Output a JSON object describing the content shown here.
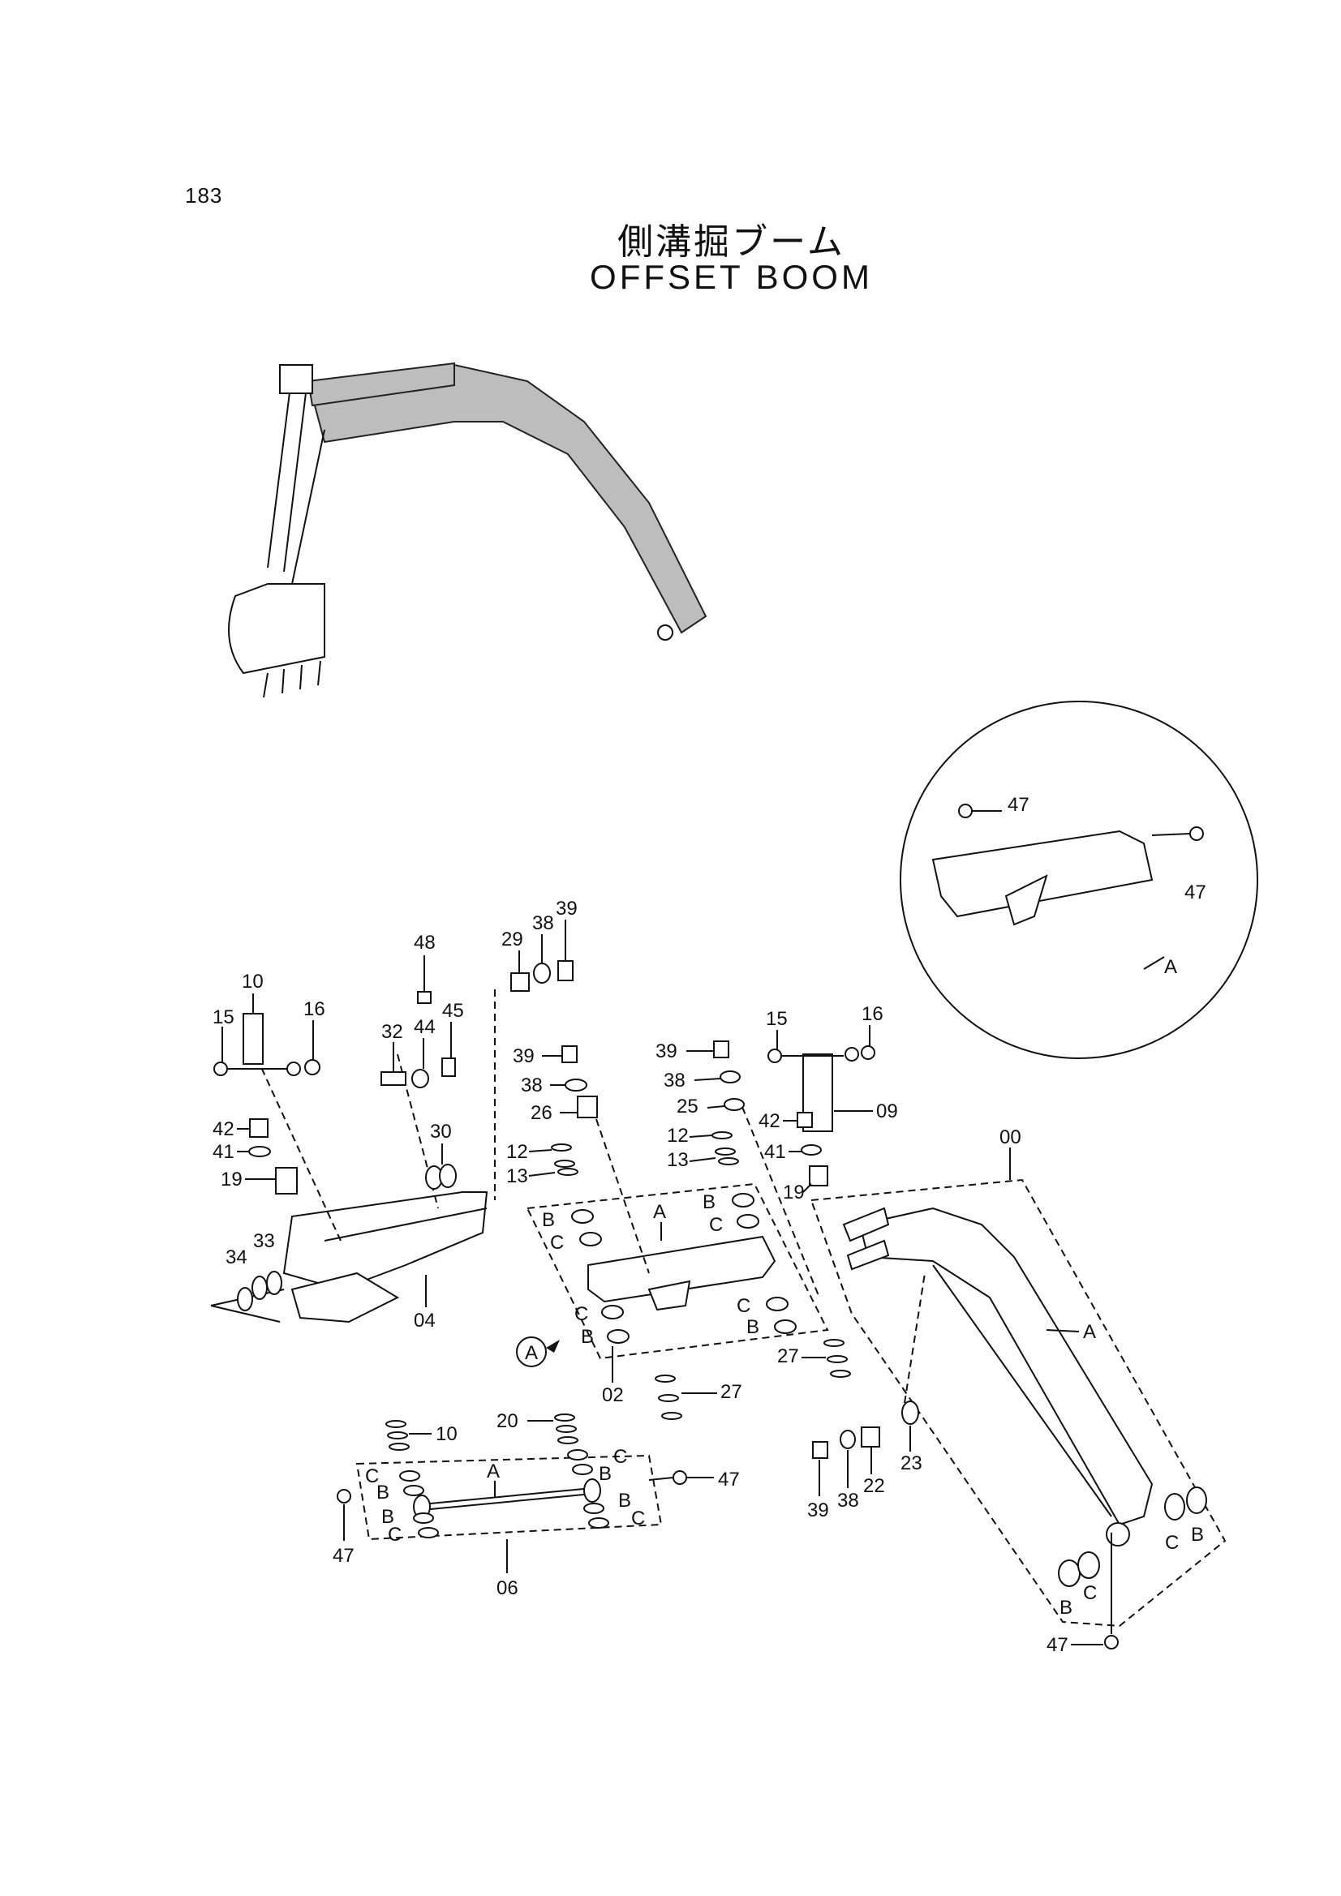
{
  "page_number": "183",
  "title_japanese": "側溝掘ブーム",
  "title_english": "OFFSET BOOM",
  "callouts": {
    "detail": "A",
    "detail_ref": "A"
  },
  "assemblies": [
    {
      "id": "00",
      "members": [
        "A",
        "B",
        "C"
      ]
    },
    {
      "id": "02",
      "members": [
        "A",
        "B",
        "C"
      ]
    },
    {
      "id": "04"
    },
    {
      "id": "06",
      "members": [
        "A",
        "B",
        "C"
      ]
    },
    {
      "id": "09"
    },
    {
      "id": "10"
    }
  ],
  "part_labels": [
    "10",
    "15",
    "16",
    "42",
    "41",
    "19",
    "34",
    "33",
    "48",
    "32",
    "44",
    "45",
    "30",
    "29",
    "38",
    "39",
    "26",
    "12",
    "13",
    "20",
    "25",
    "27",
    "22",
    "23",
    "47",
    "A",
    "B",
    "C",
    "00",
    "02",
    "04",
    "06",
    "09"
  ]
}
